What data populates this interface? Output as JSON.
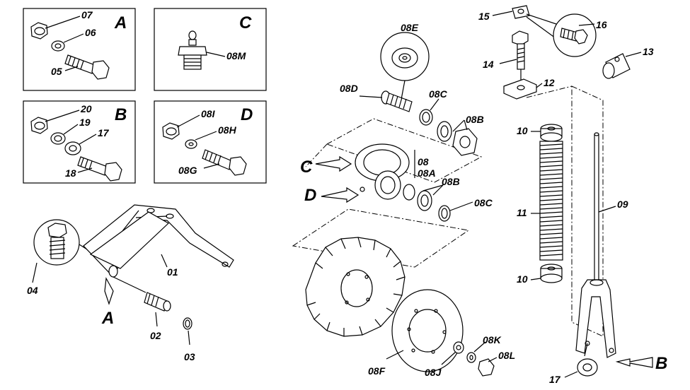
{
  "boxes": {
    "a": {
      "letter": "A",
      "labels": [
        "07",
        "06",
        "05"
      ]
    },
    "c": {
      "letter": "C",
      "labels": [
        "08M"
      ]
    },
    "b": {
      "letter": "B",
      "labels": [
        "20",
        "19",
        "17",
        "18"
      ]
    },
    "d": {
      "letter": "D",
      "labels": [
        "08I",
        "08H",
        "08G"
      ]
    }
  },
  "frame": {
    "labels": [
      "04",
      "01",
      "02",
      "03"
    ],
    "pointer_letter": "A"
  },
  "hub": {
    "labels": [
      "08E",
      "08D",
      "08C",
      "08B",
      "08",
      "08A",
      "08B",
      "08C",
      "08F",
      "08J",
      "08K",
      "08L"
    ],
    "pointer_letters": [
      "C",
      "D"
    ]
  },
  "spring": {
    "labels": [
      "15",
      "16",
      "14",
      "12",
      "13",
      "10",
      "11",
      "09",
      "10",
      "17"
    ],
    "pointer_letter": "B"
  }
}
